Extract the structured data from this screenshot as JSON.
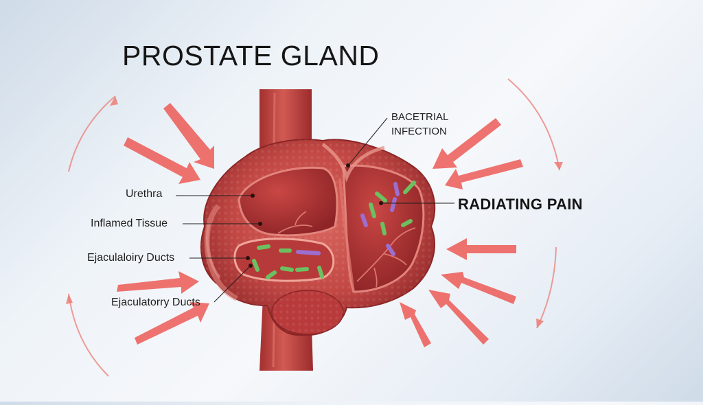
{
  "title": "PROSTATE GLAND",
  "labels": {
    "urethra": "Urethra",
    "inflamed_tissue": "Inflamed Tissue",
    "ejaculatory_ducts_upper": "Ejaculaloiry Ducts",
    "ejaculatory_ducts_lower": "Ejaculatorry Ducts",
    "bacterial_infection_line1": "BACETRIAL",
    "bacterial_infection_line2": "INFECTION",
    "radiating_pain": "RADIATING PAIN"
  },
  "colors": {
    "tissue_dark": "#9a2a2c",
    "tissue_mid": "#c94a4a",
    "tissue_light": "#e28a84",
    "arrow": "#ec5a56",
    "bacteria_green": "#6cc060",
    "bacteria_purple": "#9b6ed0"
  }
}
